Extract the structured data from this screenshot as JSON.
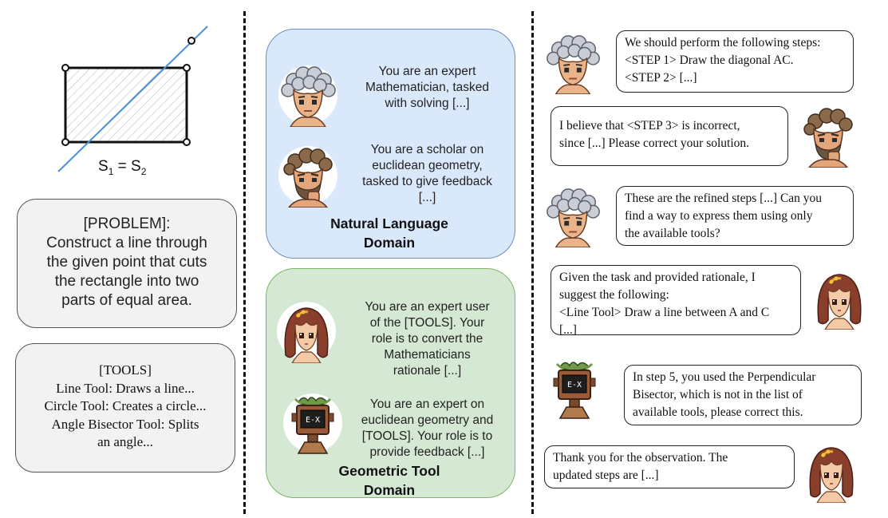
{
  "figure": {
    "equation": {
      "s1": "S",
      "sub1": "1",
      "eq": " = ",
      "s2": "S",
      "sub2": "2"
    },
    "problem_box": {
      "text": "[PROBLEM]:\nConstruct a line through\nthe given point that cuts\nthe rectangle into two\nparts of equal area."
    },
    "tools_box": {
      "text": "[TOOLS]\nLine Tool: Draws a line...\nCircle Tool: Creates a circle...\nAngle Bisector Tool: Splits\nan angle..."
    }
  },
  "panels": {
    "natural": {
      "title": "Natural Language\nDomain",
      "color": "#dae8fc",
      "agents": [
        {
          "avatar": "mathematician-avatar",
          "text": "You are an expert\nMathematician, tasked\nwith solving [...]"
        },
        {
          "avatar": "scholar-avatar",
          "text": "You are a scholar on\neuclidean geometry,\ntasked to give feedback\n[...]"
        }
      ]
    },
    "geometric": {
      "title": "Geometric Tool\nDomain",
      "color": "#d5e8d4",
      "agents": [
        {
          "avatar": "tool-user-avatar",
          "text": "You are an expert user\nof the [TOOLS]. Your\nrole is to convert the\nMathematicians\nrationale [...]"
        },
        {
          "avatar": "robot-avatar",
          "text": "You are an expert on\neuclidean geometry and\n[TOOLS]. Your role is to\nprovide feedback [...]"
        }
      ]
    }
  },
  "conversation": [
    {
      "speaker": "mathematician-avatar",
      "text": "We should perform the following steps:\n<STEP 1> Draw the diagonal AC.\n<STEP 2> [...]"
    },
    {
      "speaker": "scholar-avatar",
      "text": "I believe that <STEP 3> is incorrect,\nsince [...] Please correct your solution."
    },
    {
      "speaker": "mathematician-avatar",
      "text": "These are the refined steps [...] Can you\nfind a way to express them using only\nthe available tools?"
    },
    {
      "speaker": "tool-user-avatar",
      "text": "Given the task and provided rationale, I\nsuggest the following:\n<Line Tool> Draw a line between A and C\n[...]"
    },
    {
      "speaker": "robot-avatar",
      "text": "In step 5, you used the Perpendicular\nBisector, which is not in the list of\navailable tools, please correct this."
    },
    {
      "speaker": "tool-user-avatar",
      "text": "Thank you for the observation. The\nupdated steps are [...]"
    }
  ],
  "colors": {
    "line": "#4a90d9",
    "hatch": "#bdbdbd",
    "blue_panel": "#dae8fc",
    "green_panel": "#d5e8d4"
  }
}
